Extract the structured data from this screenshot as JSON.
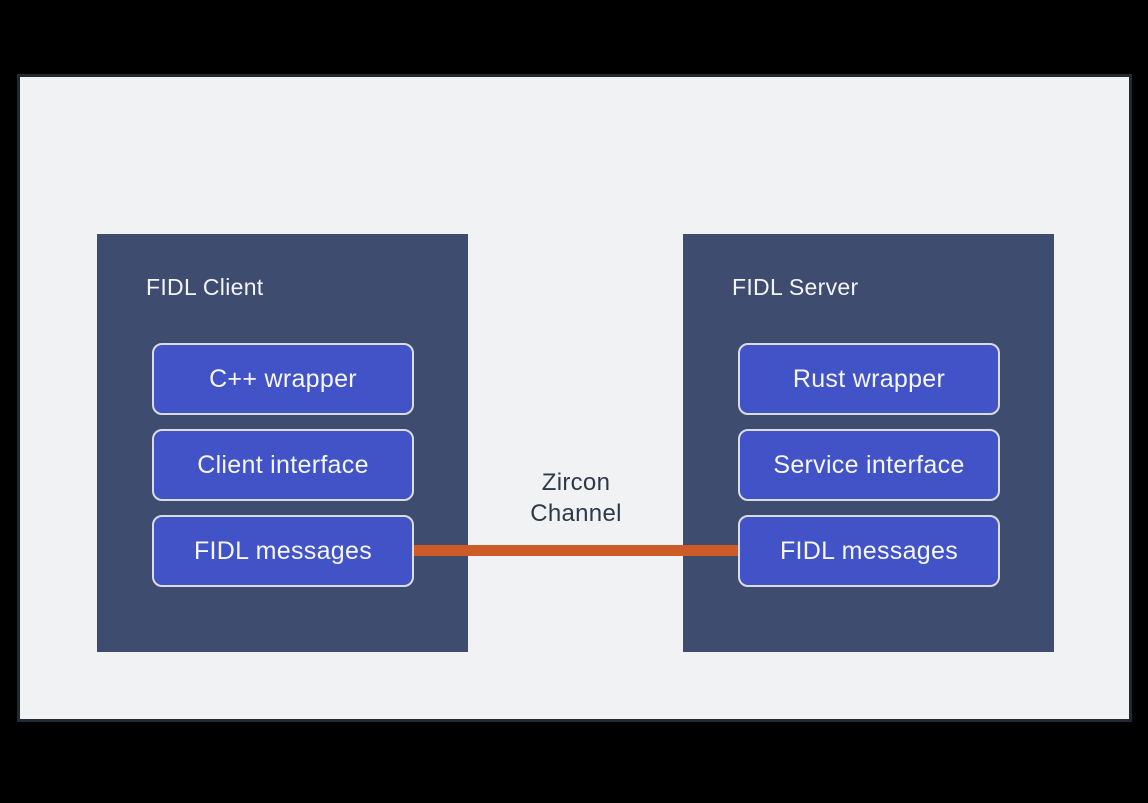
{
  "diagram": {
    "client": {
      "title": "FIDL Client",
      "layers": [
        "C++ wrapper",
        "Client interface",
        "FIDL messages"
      ]
    },
    "server": {
      "title": "FIDL Server",
      "layers": [
        "Rust wrapper",
        "Service interface",
        "FIDL messages"
      ]
    },
    "channel": {
      "label": "Zircon Channel"
    },
    "colors": {
      "page_background": "#000000",
      "canvas_background": "#F0F2F4",
      "canvas_border": "#202A34",
      "container_fill": "#3E4C70",
      "node_fill": "#4153C7",
      "node_border": "#D9DCE1",
      "node_text": "#F6F7FA",
      "title_text": "#F2F4F6",
      "channel_line": "#CC5B27",
      "channel_text": "#2E3947"
    }
  }
}
